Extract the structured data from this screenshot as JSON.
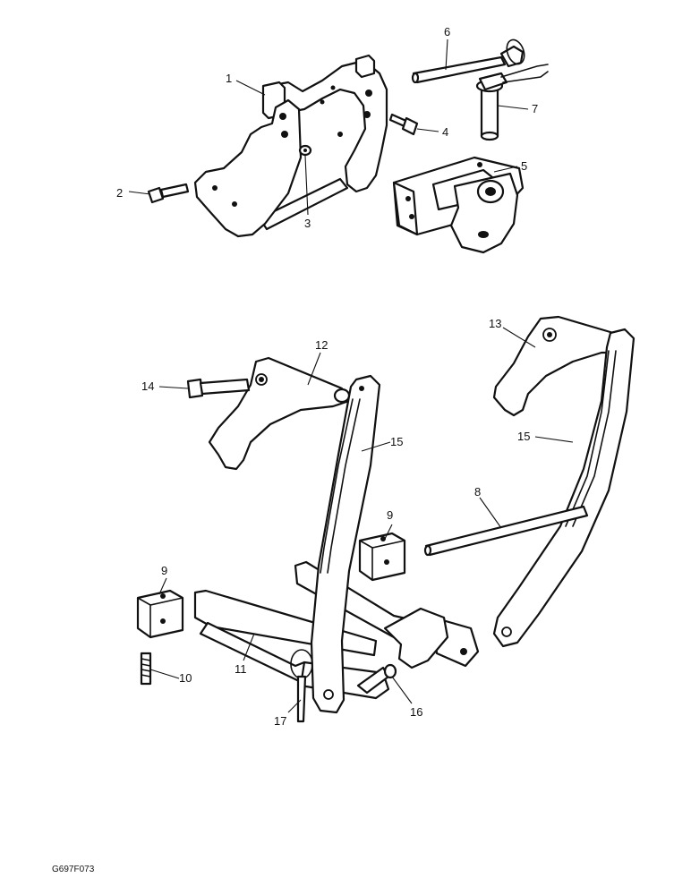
{
  "drawing_code": "G697F073",
  "callouts": {
    "c1": "1",
    "c2": "2",
    "c3": "3",
    "c4": "4",
    "c5": "5",
    "c6": "6",
    "c7": "7",
    "c8": "8",
    "c9a": "9",
    "c9b": "9",
    "c10": "10",
    "c11": "11",
    "c12": "12",
    "c13": "13",
    "c14": "14",
    "c15a": "15",
    "c15b": "15",
    "c16": "16",
    "c17": "17"
  }
}
